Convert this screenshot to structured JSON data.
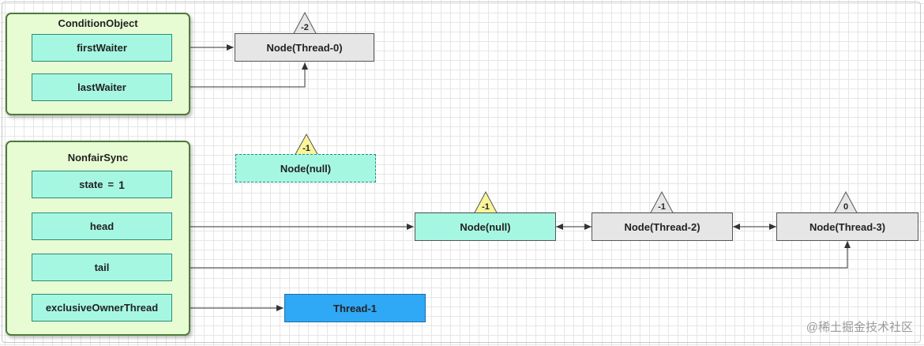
{
  "condition_object": {
    "title": "ConditionObject",
    "first_waiter": "firstWaiter",
    "last_waiter": "lastWaiter"
  },
  "nonfair_sync": {
    "title": "NonfairSync",
    "state_label": "state",
    "state_eq": "=",
    "state_value": "1",
    "head": "head",
    "tail": "tail",
    "owner": "exclusiveOwnerThread"
  },
  "nodes": {
    "thread0": {
      "label": "Node(Thread-0)",
      "status": "-2"
    },
    "null_removed": {
      "label": "Node(null)",
      "status": "-1"
    },
    "null_head": {
      "label": "Node(null)",
      "status": "-1"
    },
    "thread2": {
      "label": "Node(Thread-2)",
      "status": "-1"
    },
    "thread3": {
      "label": "Node(Thread-3)",
      "status": "0"
    }
  },
  "owner_thread": "Thread-1",
  "watermark": "@稀土掘金技术社区",
  "colors": {
    "group_fill": "#e7fcd3",
    "group_border": "#4d7a3a",
    "field_fill": "#a6f7e2",
    "node_grey": "#e6e6e6",
    "triangle_yellow": "#fbf59a",
    "triangle_grey": "#e6e6e6",
    "thread_blue": "#2fa8f5"
  }
}
